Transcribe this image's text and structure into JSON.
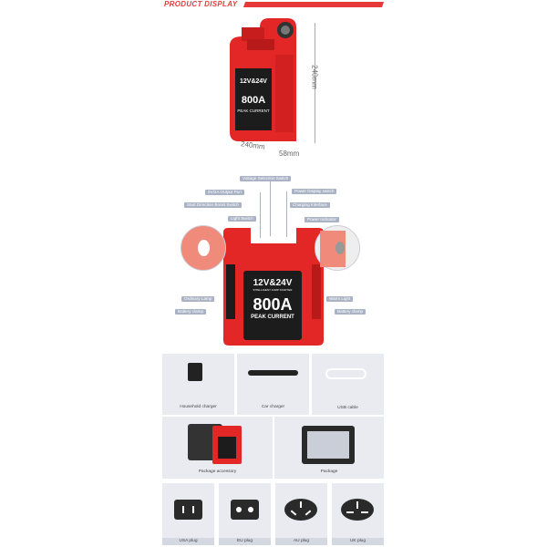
{
  "header": {
    "title": "PRODUCT DISPLAY",
    "accent": "#e63a3a"
  },
  "product_view": {
    "device_label": {
      "line1": "12V&24V",
      "line2": "INTELLIGENT JUMP STARTER",
      "line3": "800A",
      "line4": "PEAK CURRENT"
    },
    "height": "240mm",
    "width": "240mm",
    "depth": "58mm"
  },
  "features": {
    "voltage_selection_switch": "Voltage Selection Switch",
    "output_port": "5V/2A Output Port",
    "power_display_switch": "Power Display switch",
    "start_direction_boost_switch": "Start Direction Boost Switch",
    "charging_interface": "Charging Interface",
    "light_switch": "Light Switch",
    "power_indicator": "Power Indicator",
    "ordinary_lamp": "Ordinary Lamp",
    "warm_light": "Warm Light",
    "battery_clamp_left": "Battery clamp",
    "battery_clamp_right": "Battery clamp"
  },
  "accessories": [
    "Household charger",
    "Car charger",
    "USB cable"
  ],
  "packages": [
    "Package accessory",
    "Package"
  ],
  "plugs": [
    "USA plug",
    "EU plug",
    "AU plug",
    "UK plug"
  ]
}
